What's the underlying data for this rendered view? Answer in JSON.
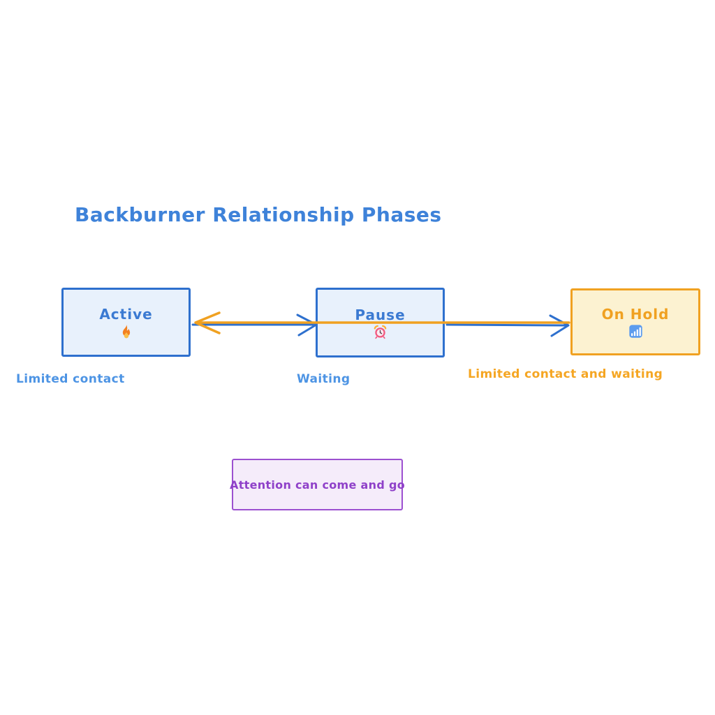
{
  "diagram": {
    "title": {
      "text": "Backburner Relationship Phases",
      "color": "#3E82D9"
    },
    "nodes": [
      {
        "id": "active",
        "label": "Active",
        "icon": "fire-icon",
        "fill": "#E8F1FC",
        "border_color": "#2E70CE",
        "text_color": "#3B7AD2"
      },
      {
        "id": "pause",
        "label": "Pause",
        "icon": "alarm-clock-icon",
        "fill": "#E8F1FC",
        "border_color": "#2E70CE",
        "text_color": "#3B7AD2"
      },
      {
        "id": "on-hold",
        "label": "On Hold",
        "icon": "bar-chart-icon",
        "fill": "#FCF2D1",
        "border_color": "#F0A121",
        "text_color": "#F0A121"
      }
    ],
    "edges": [
      {
        "from": "active",
        "to": "pause",
        "color": "#2E70CE",
        "arrow": "right"
      },
      {
        "from": "pause",
        "to": "on-hold",
        "color": "#2E70CE",
        "arrow": "right"
      },
      {
        "from": "on-hold",
        "to": "active",
        "color": "#F0A121",
        "arrow": "left"
      }
    ],
    "edge_labels": [
      {
        "text": "Limited contact",
        "color": "#4D94E4"
      },
      {
        "text": "Waiting",
        "color": "#4D94E4"
      },
      {
        "text": "Limited contact and waiting",
        "color": "#F5A623"
      }
    ],
    "note": {
      "text": "Attention can come and go",
      "fill": "#F5ECFA",
      "border_color": "#9C50D0",
      "text_color": "#8F41C9"
    }
  }
}
